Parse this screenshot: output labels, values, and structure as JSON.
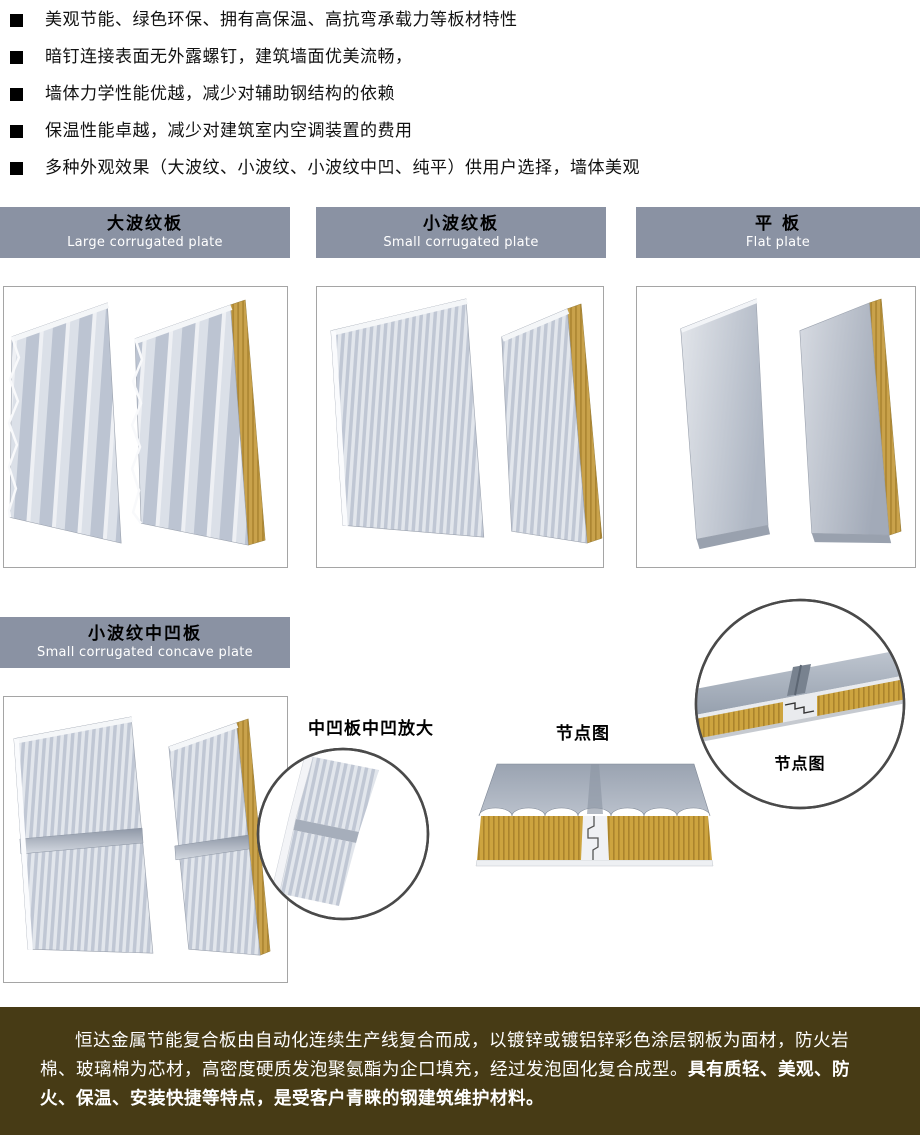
{
  "features": {
    "items": [
      "美观节能、绿色环保、拥有高保温、高抗弯承载力等板材特性",
      "暗钉连接表面无外露螺钉，建筑墙面优美流畅，",
      "墙体力学性能优越，减少对辅助钢结构的依赖",
      "保温性能卓越，减少对建筑室内空调装置的费用",
      "多种外观效果（大波纹、小波纹、小波纹中凹、纯平）供用户选择，墙体美观"
    ]
  },
  "sections": {
    "large": {
      "title_cn": "大波纹板",
      "title_en": "Large corrugated plate"
    },
    "small": {
      "title_cn": "小波纹板",
      "title_en": "Small corrugated plate"
    },
    "flat": {
      "title_cn": "平 板",
      "title_en": "Flat plate"
    },
    "concave": {
      "title_cn": "小波纹中凹板",
      "title_en": "Small corrugated concave plate"
    }
  },
  "annotations": {
    "concave_zoom_label": "中凹板中凹放大",
    "node_label_center": "节点图",
    "node_label_circle": "节点图"
  },
  "footer": {
    "text_intro": "恒达金属节能复合板由自动化连续生产线复合而成，以镀锌或镀铝锌彩色涂层钢板为面材，防火岩棉、玻璃棉为芯材，高密度硬质发泡聚氨酯为企口填充，经过发泡固化复合成型。",
    "text_highlight": "具有质轻、美观、防火、保温、安装快捷等特点，是受客户青睐的钢建筑维护材料。"
  },
  "colors": {
    "header_bar": "#8a92a3",
    "footer_bg": "#473b15",
    "panel_gray": "#c6cdd9",
    "core_yellow": "#c9a24b"
  }
}
